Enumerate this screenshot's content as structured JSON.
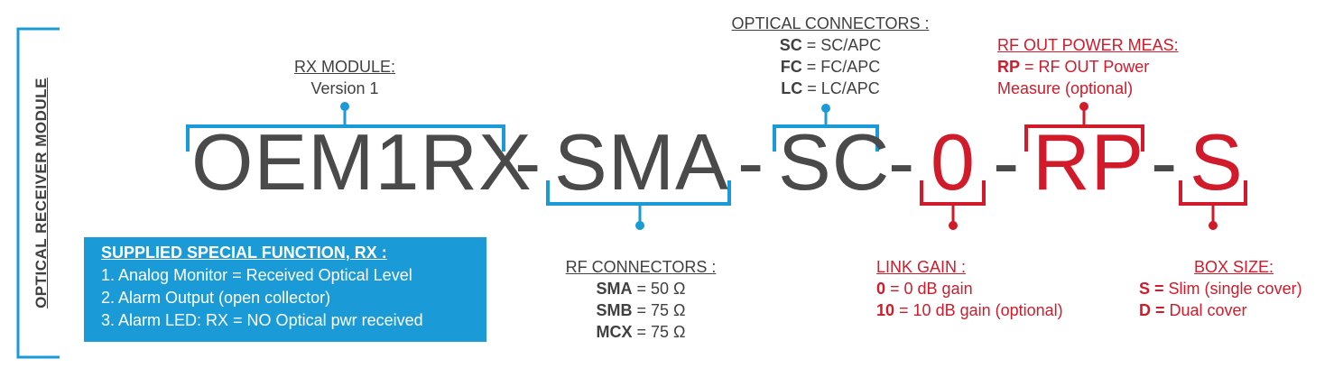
{
  "colors": {
    "blue": "#1a9bd7",
    "red": "#d11a2a",
    "gray": "#4a4a4a"
  },
  "side_label": "OPTICAL RECEIVER MODULE",
  "code": {
    "s1": "OEM1RX",
    "d1": "-",
    "s2": "SMA",
    "d2": "-",
    "s3": "SC",
    "d3": "-",
    "s4": "0",
    "d4": "-",
    "s5": "RP",
    "d5": "-",
    "s6": "S"
  },
  "rx_module": {
    "title": "RX MODULE:",
    "line": "Version 1"
  },
  "optical_connectors": {
    "title": "OPTICAL CONNECTORS :",
    "rows": [
      {
        "key": "SC",
        "val": " = SC/APC"
      },
      {
        "key": "FC",
        "val": " = FC/APC"
      },
      {
        "key": "LC",
        "val": " = LC/APC"
      }
    ]
  },
  "rf_out_power": {
    "title": "RF OUT POWER MEAS:",
    "key": "RP",
    "val": " = RF OUT Power",
    "line2": "Measure (optional)"
  },
  "rf_connectors": {
    "title": "RF CONNECTORS :",
    "rows": [
      {
        "key": "SMA",
        "val": " = 50 Ω"
      },
      {
        "key": "SMB",
        "val": " = 75 Ω"
      },
      {
        "key": "MCX",
        "val": " = 75 Ω"
      }
    ]
  },
  "link_gain": {
    "title": "LINK GAIN :",
    "rows": [
      {
        "key": "0",
        "val": " = 0 dB gain"
      },
      {
        "key": "10",
        "val": " = 10 dB gain (optional)"
      }
    ]
  },
  "box_size": {
    "title": "BOX SIZE:",
    "rows": [
      {
        "key": "S =",
        "val": " Slim (single cover)"
      },
      {
        "key": "D =",
        "val": " Dual cover"
      }
    ]
  },
  "special_function": {
    "title": "SUPPLIED SPECIAL FUNCTION, RX :",
    "items": [
      "1.  Analog Monitor = Received Optical Level",
      "2.  Alarm Output (open collector)",
      "3.  Alarm LED: RX = NO Optical pwr received"
    ]
  }
}
